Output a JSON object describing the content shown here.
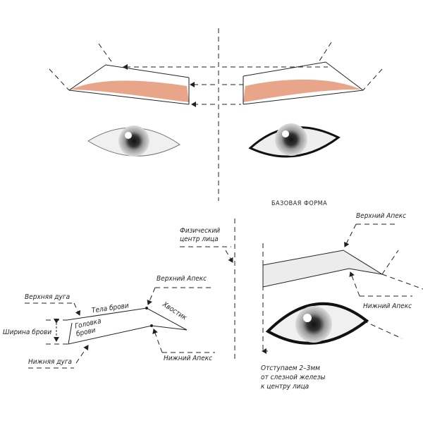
{
  "title": "БАЗОВАЯ ФОРМА",
  "left_diagram": {
    "upper_arc": "Верхняя дуга",
    "brow_width": "Ширина брови",
    "lower_arc": "Нижняя дуга",
    "brow_body": "Тела брови",
    "brow_head_1": "Головка",
    "brow_head_2": "брови",
    "tail": "Хвостик",
    "upper_apex": "Верхний Апекс",
    "lower_apex": "Нижний Апекс"
  },
  "right_diagram": {
    "face_center_1": "Физический",
    "face_center_2": "центр лица",
    "upper_apex": "Верхний Апекс",
    "lower_apex": "Нижний Апекс",
    "note_1": "Отступаем 2–3мм",
    "note_2": "от слезной железы",
    "note_3": "к центру лица"
  },
  "colors": {
    "brow_fill": "#e8a58a",
    "line": "#222222"
  }
}
